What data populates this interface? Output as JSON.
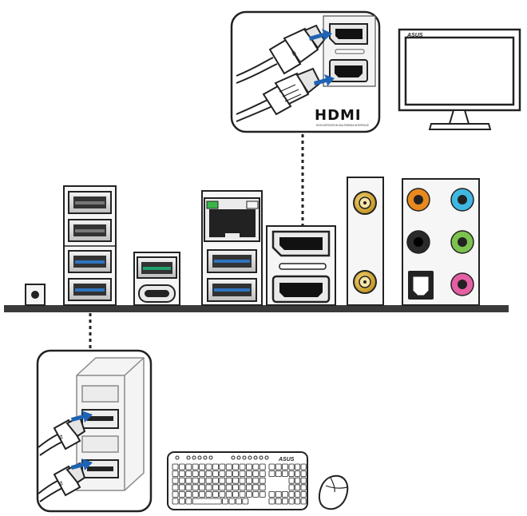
{
  "hdmi_inset": {
    "logo_text": "HDMI",
    "tagline": "HIGH-DEFINITION MULTIMEDIA INTERFACE",
    "arrow_color": "#1e63b4",
    "cables": [
      "displayport-cable",
      "hdmi-cable"
    ],
    "ports": [
      "displayport-port",
      "hdmi-port"
    ]
  },
  "monitor": {
    "brand": "ASUS"
  },
  "io_panel": {
    "usb_stack_left": [
      "usb-a-black",
      "usb-a-black",
      "usb-a-blue",
      "usb-a-blue"
    ],
    "usb_c_stack": [
      "usb-a-green",
      "usb-c"
    ],
    "lan_stack": [
      "rj45-lan",
      "usb-a-blue",
      "usb-a-blue"
    ],
    "video_ports": [
      "displayport",
      "hdmi"
    ],
    "antenna_connectors": 2,
    "audio_jacks": [
      {
        "name": "orange-jack",
        "color": "#e8891f"
      },
      {
        "name": "blue-jack",
        "color": "#40b7e3"
      },
      {
        "name": "black-jack",
        "color": "#2a2a2a"
      },
      {
        "name": "green-jack",
        "color": "#7cc24f"
      },
      {
        "name": "pink-jack",
        "color": "#e45fa3"
      }
    ],
    "optical_spdif": true,
    "button": "bios-flashback-button"
  },
  "usb_inset": {
    "arrow_color": "#1e63b4",
    "cables": [
      "usb-cable-top",
      "usb-cable-bottom"
    ]
  },
  "keyboard": {
    "brand": "ASUS"
  },
  "mouse": {}
}
